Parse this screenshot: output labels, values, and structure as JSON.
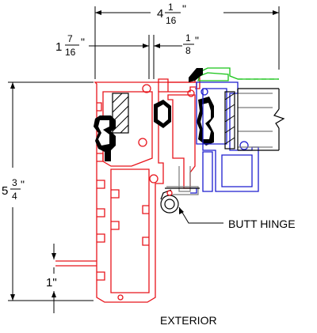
{
  "dimensions": {
    "top_width": {
      "whole": "4",
      "num": "1",
      "den": "16",
      "unit": "\""
    },
    "left_offset": {
      "whole": "1",
      "num": "7",
      "den": "16",
      "unit": "\""
    },
    "gap": {
      "num": "1",
      "den": "8",
      "unit": "\""
    },
    "height": {
      "whole": "5",
      "num": "3",
      "den": "4",
      "unit": "\""
    },
    "bottom": {
      "text": "1\""
    }
  },
  "labels": {
    "butt_hinge": "BUTT HINGE",
    "exterior": "EXTERIOR"
  },
  "colors": {
    "frame": "#e8141b",
    "door": "#1c1ccf",
    "stop": "#17c417",
    "dims": "#000000"
  }
}
